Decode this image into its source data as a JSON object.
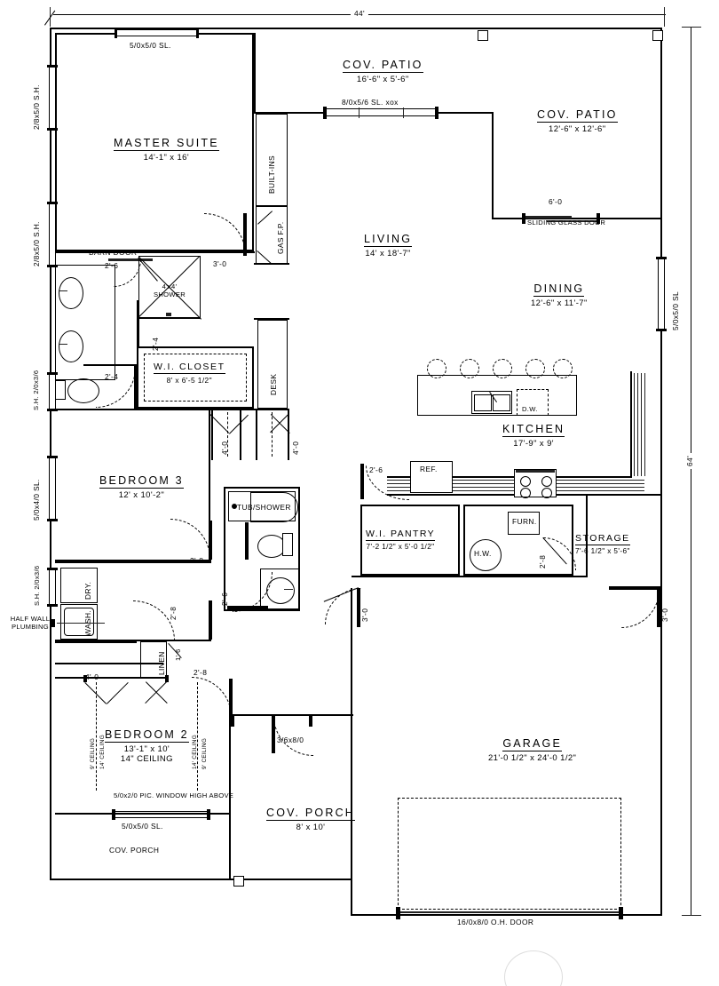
{
  "drawing": {
    "type": "residential-floor-plan",
    "overall_dimensions": {
      "top": "44'",
      "right": "64'"
    }
  },
  "rooms": [
    {
      "key": "master_suite",
      "name": "MASTER SUITE",
      "dim": "14'-1\" x 16'"
    },
    {
      "key": "cov_patio_top",
      "name": "COV. PATIO",
      "dim": "16'-6\" x 5'-6\""
    },
    {
      "key": "cov_patio_right",
      "name": "COV. PATIO",
      "dim": "12'-6\" x 12'-6\""
    },
    {
      "key": "living",
      "name": "LIVING",
      "dim": "14' x 18'-7\""
    },
    {
      "key": "dining",
      "name": "DINING",
      "dim": "12'-6\" x 11'-7\""
    },
    {
      "key": "kitchen",
      "name": "KITCHEN",
      "dim": "17'-9\" x 9'"
    },
    {
      "key": "wi_closet",
      "name": "W.I. CLOSET",
      "dim": "8' x 6'-5 1/2\""
    },
    {
      "key": "bedroom3",
      "name": "BEDROOM 3",
      "dim": "12' x 10'-2\""
    },
    {
      "key": "wi_pantry",
      "name": "W.I. PANTRY",
      "dim": "7'-2 1/2\" x 5'-0 1/2\""
    },
    {
      "key": "storage",
      "name": "STORAGE",
      "dim": "7'-6 1/2\" x 5'-6\""
    },
    {
      "key": "bedroom2",
      "name": "BEDROOM 2",
      "dim": "13'-1\" x 10'",
      "note": "14\" CEILING"
    },
    {
      "key": "cov_porch",
      "name": "COV. PORCH",
      "dim": "8' x 10'"
    },
    {
      "key": "garage",
      "name": "GARAGE",
      "dim": "21'-0 1/2\" x 24'-0 1/2\""
    }
  ],
  "fixtures": {
    "built_ins": "BUILT-INS",
    "gas_fp": "GAS F.P.",
    "desk": "DESK",
    "shower": "4'x4' SHOWER",
    "tub_shower": "TUB/SHOWER",
    "dryer": "DRY.",
    "washer": "WASH.",
    "linen": "LINEN",
    "ref": "REF.",
    "dw": "D.W.",
    "furn": "FURN.",
    "hw": "H.W.",
    "half_wall": "HALF WALL PLUMBING",
    "cov_porch_bottom": "COV. PORCH"
  },
  "windows": [
    {
      "key": "master_top",
      "label": "5/0x5/0 SL."
    },
    {
      "key": "master_left_upper",
      "label": "2/8x5/0 S.H."
    },
    {
      "key": "master_left_lower",
      "label": "2/8x5/0 S.H."
    },
    {
      "key": "living_top",
      "label": "8/0x5/6 SL. xox"
    },
    {
      "key": "dining_right",
      "label": "5/0x5/0 SL"
    },
    {
      "key": "bedroom3_left",
      "label": "5/0x4/0 SL."
    },
    {
      "key": "bath_left_upper",
      "label": "S.H. 2/0x3/6"
    },
    {
      "key": "laundry_left",
      "label": "S.H. 2/0x3/6"
    },
    {
      "key": "bedroom2_pic",
      "label": "5/0x2/0 PIC. WINDOW HIGH ABOVE"
    },
    {
      "key": "bedroom2_bottom",
      "label": "5/0x5/0 SL."
    }
  ],
  "doors": [
    {
      "key": "barn_door",
      "label": "BARN DOOR",
      "size": "2'-6"
    },
    {
      "key": "master_bath_entry",
      "size": "3'-0"
    },
    {
      "key": "shower_door",
      "size": "2'-4"
    },
    {
      "key": "wc_door",
      "size": "2'-4"
    },
    {
      "key": "hall_closet_left",
      "size": "4'-0"
    },
    {
      "key": "hall_closet_right",
      "size": "4'-0"
    },
    {
      "key": "bedroom3_door",
      "size": "2'-8"
    },
    {
      "key": "bath2_door",
      "size": "2'-8"
    },
    {
      "key": "bath2_inner",
      "size": "2'-6"
    },
    {
      "key": "laundry_door",
      "size": "2'-8"
    },
    {
      "key": "linen_door",
      "size": "1'-6"
    },
    {
      "key": "bedroom2_closet",
      "size": "4'-0"
    },
    {
      "key": "bedroom2_door",
      "size": "2'-8"
    },
    {
      "key": "pantry_door",
      "size": "2'-6"
    },
    {
      "key": "storage_door",
      "size": "2'-8"
    },
    {
      "key": "garage_house_door",
      "size": "3'-0"
    },
    {
      "key": "garage_rear_door",
      "size": "3'-0"
    },
    {
      "key": "sliding_glass",
      "label": "SLIDING GLASS DOOR",
      "size": "6'-0"
    },
    {
      "key": "porch_entry",
      "label": "3/6x8/0"
    },
    {
      "key": "oh_door",
      "label": "16/0x8/0 O.H. DOOR"
    }
  ],
  "ceiling_notes": [
    {
      "key": "b2_left_9",
      "label": "9' CEILING"
    },
    {
      "key": "b2_left_14",
      "label": "14' CEILING"
    },
    {
      "key": "b2_right_14",
      "label": "14' CEILING"
    },
    {
      "key": "b2_right_9",
      "label": "9' CEILING"
    }
  ]
}
